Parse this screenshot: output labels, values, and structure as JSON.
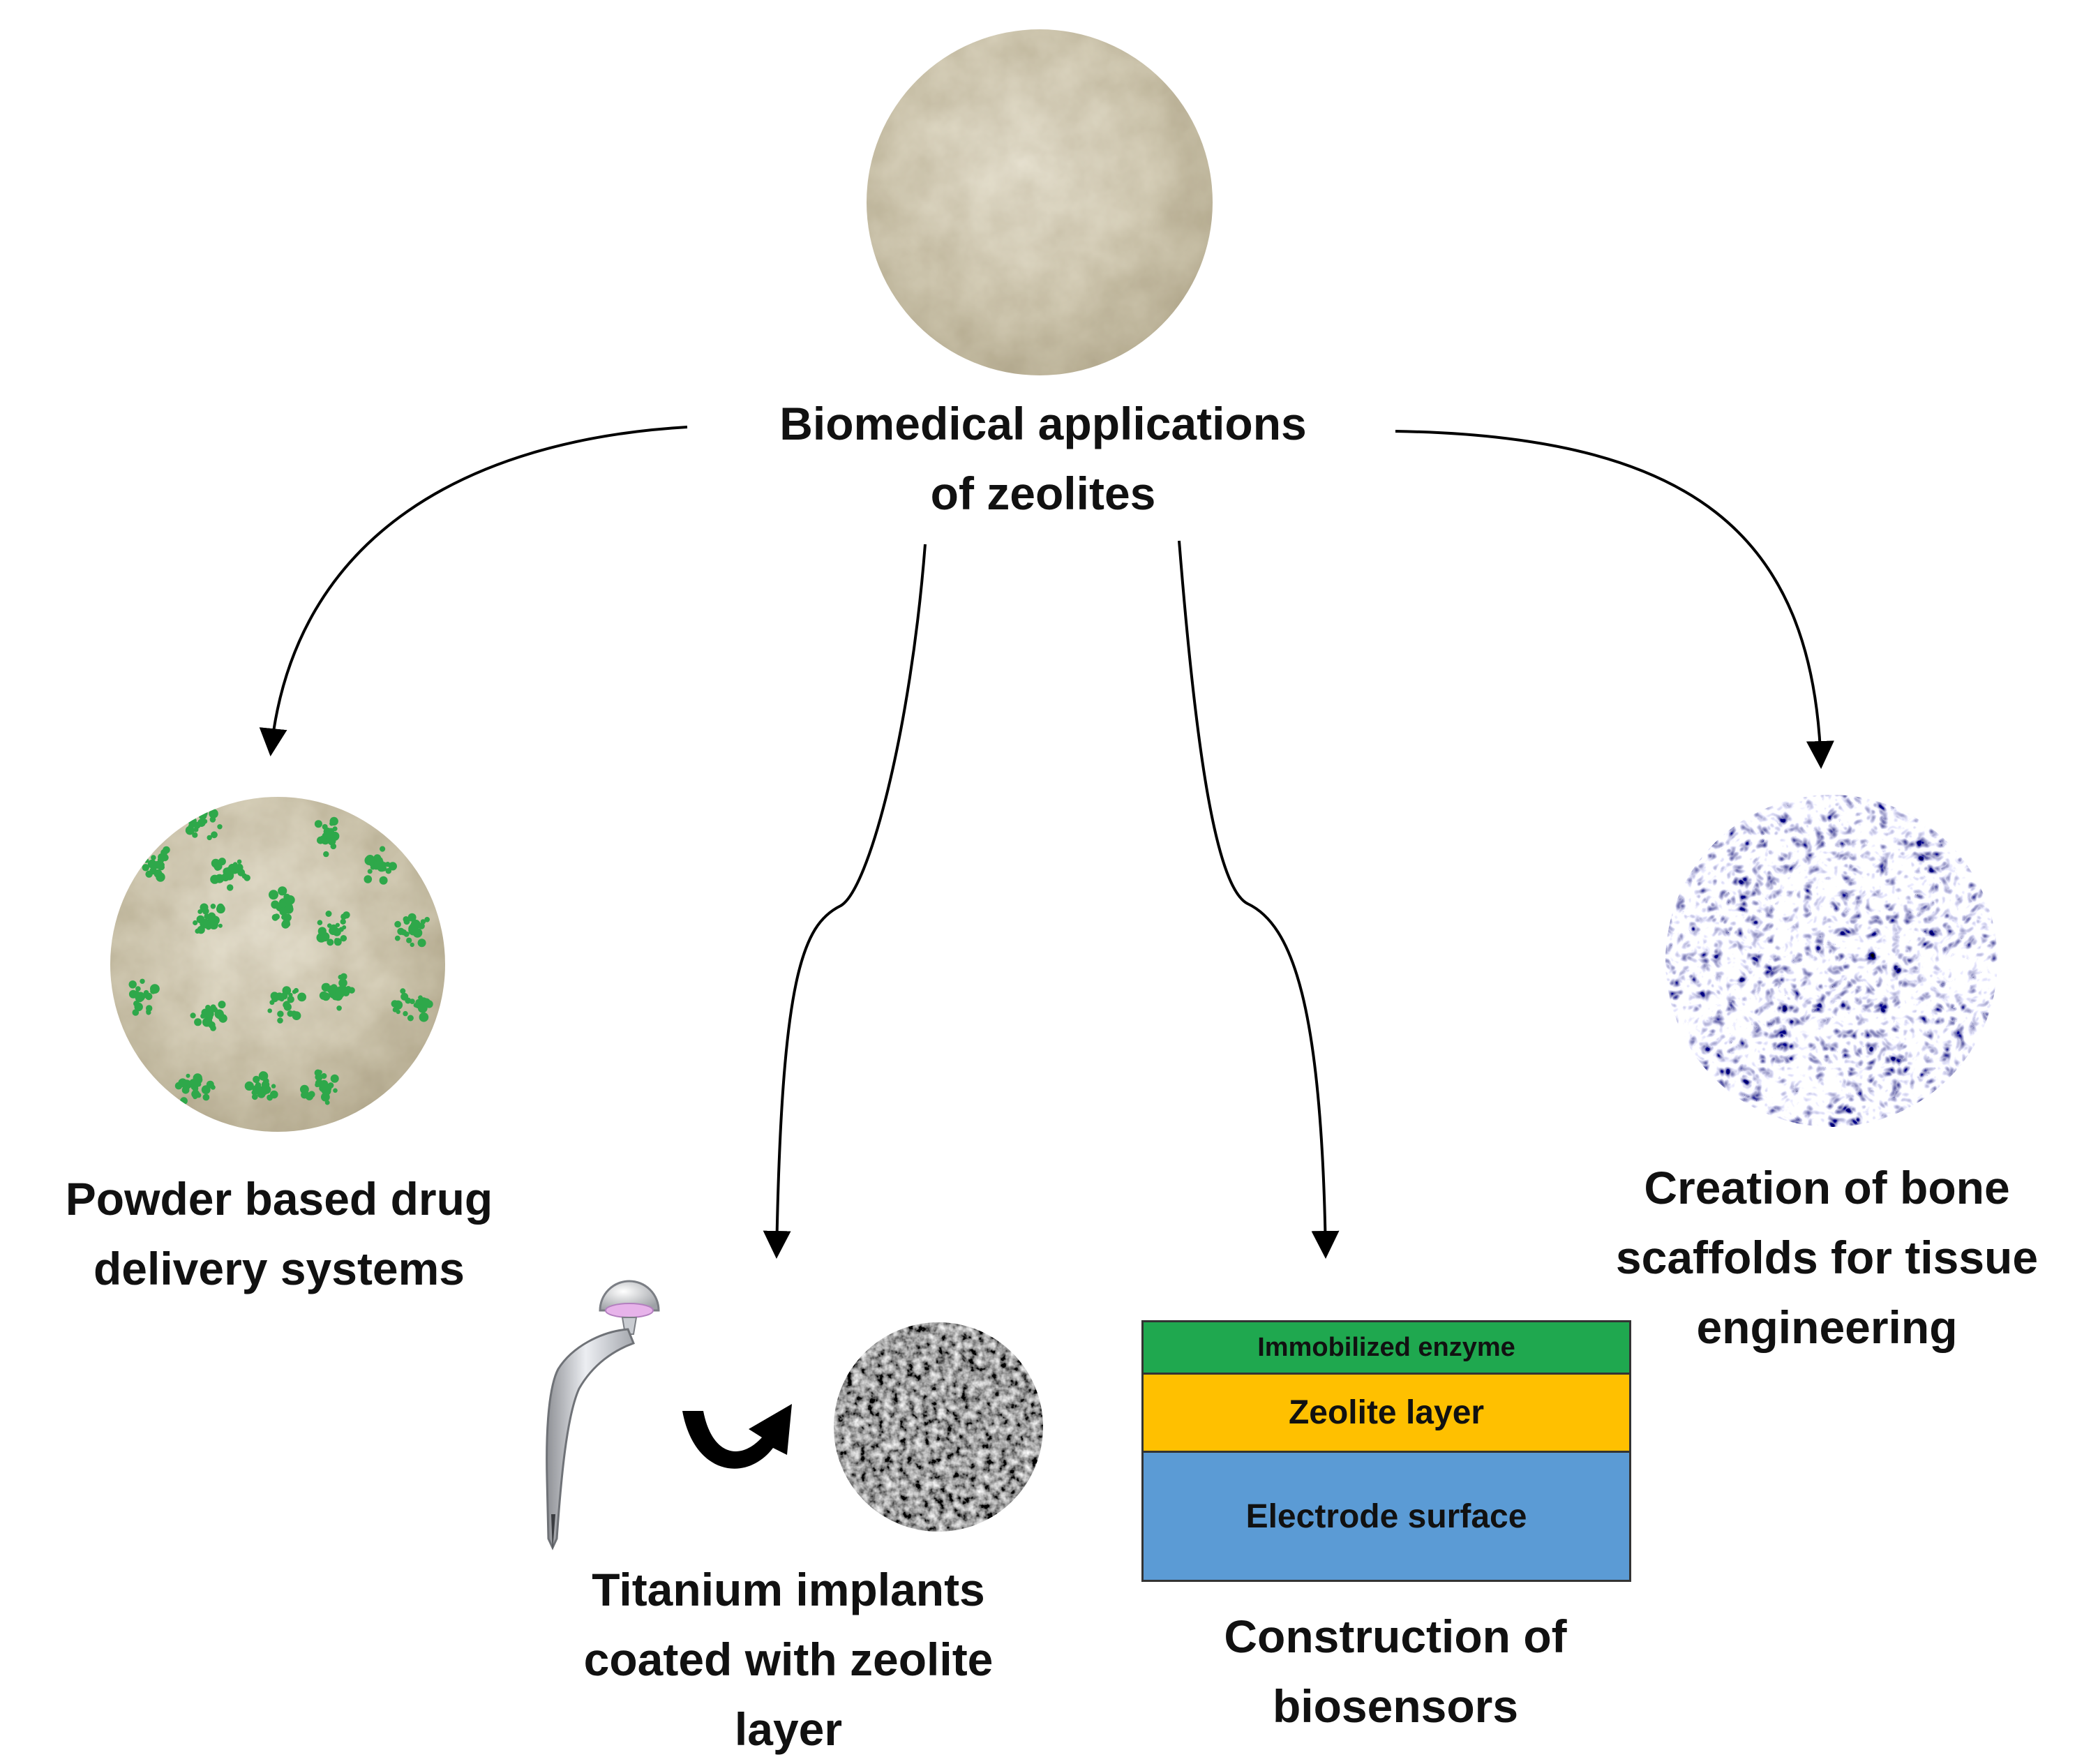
{
  "center_label": [
    "Biomedical applications",
    "of zeolites"
  ],
  "nodes": {
    "powder": {
      "label": [
        "Powder based drug",
        "delivery systems"
      ]
    },
    "titanium": {
      "label": [
        "Titanium implants",
        "coated with zeolite",
        "layer"
      ]
    },
    "biosensor": {
      "label": [
        "Construction of",
        "biosensors"
      ],
      "layers": [
        {
          "text": "Immobilized enzyme",
          "color": "#1fa84f"
        },
        {
          "text": "Zeolite layer",
          "color": "#ffc000"
        },
        {
          "text": "Electrode surface",
          "color": "#5b9bd5"
        }
      ]
    },
    "bone": {
      "label": [
        "Creation of bone",
        "scaffolds for tissue",
        "engineering"
      ]
    }
  },
  "colors": {
    "powder": "#d9d3bf",
    "drug_particles": "#2ea84a",
    "sem_coating": "#7d7d7d",
    "scaffold_pores": "#1f2038"
  },
  "icons": [
    "hip-implant-icon",
    "curved-arrow-icon"
  ]
}
